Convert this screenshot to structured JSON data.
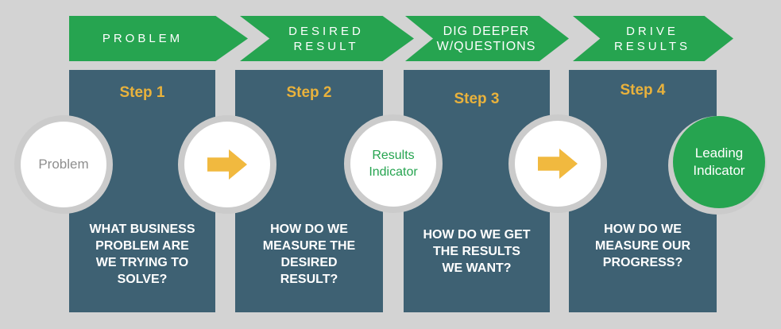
{
  "colors": {
    "background": "#d3d3d3",
    "banner_green": "#26a450",
    "panel_blue": "#3e6173",
    "step_label_gold": "#e9b23c",
    "arrow_gold": "#f1b93f",
    "circle_ring_gray": "#cbcbcb",
    "leading_circle_green": "#26a450",
    "problem_text_gray": "#8e8e8e",
    "results_text_green": "#26a450",
    "question_text_white": "#ffffff"
  },
  "banners": [
    {
      "line1": "PROBLEM",
      "line2": ""
    },
    {
      "line1": "DESIRED",
      "line2": "RESULT"
    },
    {
      "line1": "DIG DEEPER",
      "line2": "W/QUESTIONS"
    },
    {
      "line1": "DRIVE",
      "line2": "RESULTS"
    }
  ],
  "steps": [
    {
      "label": "Step 1",
      "question_lines": [
        "WHAT BUSINESS",
        "PROBLEM ARE",
        "WE TRYING TO",
        "SOLVE?"
      ]
    },
    {
      "label": "Step 2",
      "question_lines": [
        "HOW DO WE",
        "MEASURE THE",
        "DESIRED",
        "RESULT?"
      ]
    },
    {
      "label": "Step 3",
      "question_lines": [
        "HOW DO WE GET",
        "THE RESULTS",
        "WE WANT?"
      ]
    },
    {
      "label": "Step 4",
      "question_lines": [
        "HOW DO WE",
        "MEASURE OUR",
        "PROGRESS?"
      ]
    }
  ],
  "circles": [
    {
      "name": "problem",
      "lines": [
        "Problem"
      ]
    },
    {
      "name": "arrow-1",
      "icon": "right-arrow"
    },
    {
      "name": "results-indicator",
      "lines": [
        "Results",
        "Indicator"
      ]
    },
    {
      "name": "arrow-2",
      "icon": "right-arrow"
    },
    {
      "name": "leading-indicator",
      "lines": [
        "Leading",
        "Indicator"
      ]
    }
  ]
}
